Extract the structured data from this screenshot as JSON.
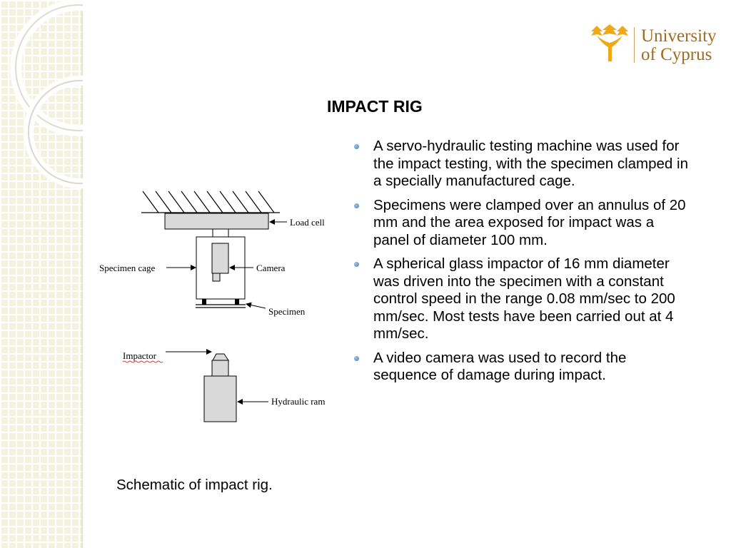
{
  "slide": {
    "title": "IMPACT RIG",
    "bullets": [
      "A servo-hydraulic testing machine was used for the impact testing, with the specimen clamped in a specially manufactured cage.",
      "Specimens were clamped over an annulus of 20 mm and the area exposed for impact was a panel of diameter 100 mm.",
      "A spherical glass impactor of 16 mm diameter was driven into the specimen with a constant control speed in the range 0.08 mm/sec to 200 mm/sec. Most tests have been carried out at 4 mm/sec.",
      "A video camera was used to record the sequence of damage during impact."
    ],
    "caption": "Schematic of impact rig."
  },
  "logo": {
    "line1": "University",
    "line2": "of Cyprus",
    "color": "#a26a1e",
    "icon": "cypress-tree-logo-icon"
  },
  "diagram": {
    "labels": {
      "load_cell": "Load cell",
      "specimen_cage": "Specimen cage",
      "camera": "Camera",
      "specimen": "Specimen",
      "impactor": "Impactor",
      "hydraulic_ram": "Hydraulic ram"
    }
  },
  "colors": {
    "bullet": "#4a7fb5",
    "side_panel": "#f3f2df",
    "diagram_fill": "#d9d9d9"
  }
}
